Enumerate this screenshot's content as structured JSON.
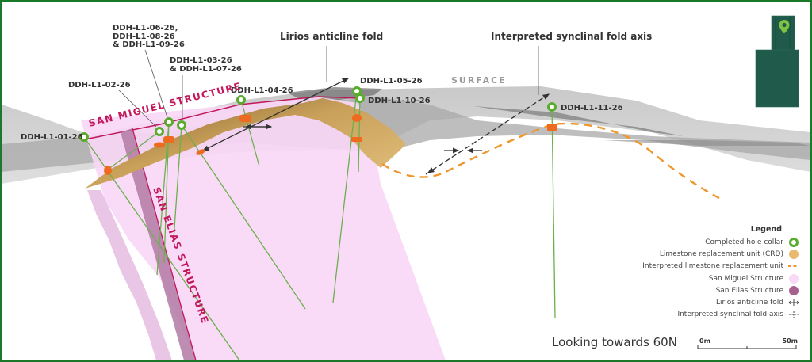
{
  "title_callouts": {
    "anticline": "Lirios anticline fold",
    "syncline": "Interpreted synclinal fold axis",
    "surface": "SURFACE"
  },
  "structures": {
    "san_miguel": "SAN MIGUEL STRUCTURE",
    "san_elias": "SAN ELIAS STRUCTURE"
  },
  "holes": {
    "h01": "DDH-L1-01-26",
    "h02": "DDH-L1-02-26",
    "h06_group_line1": "DDH-L1-06-26,",
    "h06_group_line2": "DDH-L1-08-26",
    "h06_group_line3": "& DDH-L1-09-26",
    "h03_group_line1": "DDH-L1-03-26",
    "h03_group_line2": "& DDH-L1-07-26",
    "h04": "DDH-L1-04-26",
    "h05": "DDH-L1-05-26",
    "h10": "DDH-L1-10-26",
    "h11": "DDH-L1-11-26"
  },
  "legend": {
    "title": "Legend",
    "items": [
      {
        "label": "Completed hole collar",
        "icon": "hole-collar-icon",
        "color": "#5aab2e"
      },
      {
        "label": "Limestone replacement unit (CRD)",
        "icon": "crd-unit-icon",
        "color": "#e9b96e"
      },
      {
        "label": "Interpreted limestone replacement unit",
        "icon": "dashed-line-icon",
        "color": "#f0962a"
      },
      {
        "label": "San Miguel Structure",
        "icon": "san-miguel-swatch-icon",
        "color": "#f9d9f5"
      },
      {
        "label": "San Elias Structure",
        "icon": "san-elias-swatch-icon",
        "color": "#a8618f"
      },
      {
        "label": "Lirios anticline fold",
        "icon": "anticline-symbol-icon",
        "color": "#444444"
      },
      {
        "label": "Interpreted synclinal fold axis",
        "icon": "syncline-symbol-icon",
        "color": "#444444"
      }
    ]
  },
  "view_direction": "Looking towards 60N",
  "scale_bar": {
    "start": "0m",
    "end": "50m"
  },
  "colors": {
    "frame": "#1a7a2a",
    "collar": "#5aab2e",
    "crd": "#d9b06a",
    "interpreted": "#f0962a",
    "intercept": "#ee6a1e",
    "structure_label": "#c2185b",
    "minimap": "#1f5a4a"
  }
}
